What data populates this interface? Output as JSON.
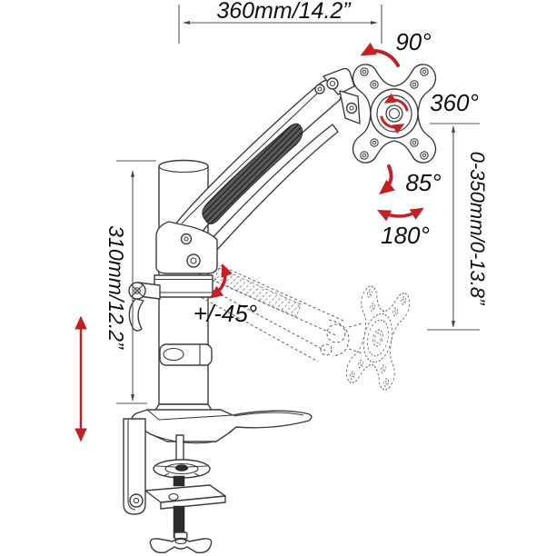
{
  "meta": {
    "description": "Gas spring desk mount monitor arm - articulation and dimension diagram",
    "background": "#ffffff"
  },
  "colors": {
    "line_art": "#3c3c3c",
    "dimension_lines": "#555555",
    "label_text": "#101010",
    "accent_red": "#c32026"
  },
  "dimensions": {
    "arm_reach": "360mm/14.2”",
    "pole_height": "310mm/12.2”",
    "height_range": "0-350mm/0-13.8”"
  },
  "angles": {
    "head_swivel": "90°",
    "head_rotation": "360°",
    "head_tilt": "85°",
    "arm_swivel": "180°",
    "arm_pivot": "+/-45°"
  },
  "icons": {
    "head_swivel_arrow": "curved-arrow-up-left",
    "head_rotation_arrow": "circular-rotation-arrows",
    "head_tilt_arrow": "curved-arrow-down",
    "arm_swivel_arrow": "double-curved-horizontal-arrow",
    "arm_pivot_arrow": "double-curved-vertical-arrow",
    "height_adjust_arrow": "double-headed-vertical-arrow"
  }
}
